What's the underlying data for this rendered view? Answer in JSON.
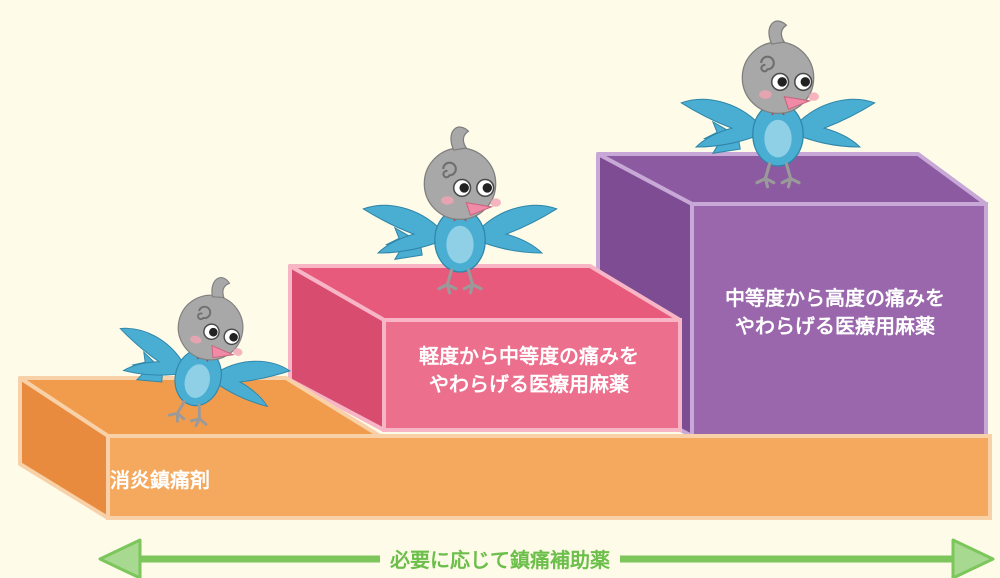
{
  "tiers": [
    {
      "id": "nsaid",
      "lines": [
        "消炎鎮痛剤"
      ],
      "color": "#f4a95e"
    },
    {
      "id": "weak-opioid",
      "lines": [
        "軽度から中等度の痛みを",
        "やわらげる医療用麻薬"
      ],
      "color": "#ec6f8d"
    },
    {
      "id": "strong-opioid",
      "lines": [
        "中等度から高度の痛みを",
        "やわらげる医療用麻薬"
      ],
      "color": "#9a67ad"
    }
  ],
  "arrow": {
    "label": "必要に応じて鎮痛補助薬",
    "color": "#7cc65c"
  },
  "colors": {
    "background": "#fefbe8",
    "bird_body": "#4aaed3",
    "bird_head": "#a8a8a8",
    "bird_beak": "#f08aa6"
  },
  "icons": [
    "bird-icon-left",
    "bird-icon-middle",
    "bird-icon-right"
  ]
}
